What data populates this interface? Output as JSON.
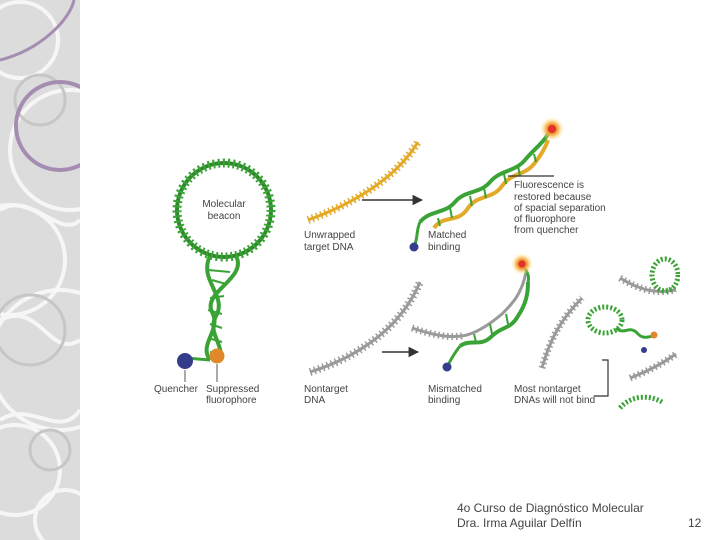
{
  "diagram": {
    "labels": {
      "molecular_beacon_1": "Molecular",
      "molecular_beacon_2": "beacon",
      "quencher": "Quencher",
      "suppressed_1": "Suppressed",
      "suppressed_2": "fluorophore",
      "unwrapped_1": "Unwrapped",
      "unwrapped_2": "target DNA",
      "matched_1": "Matched",
      "matched_2": "binding",
      "fluor_1": "Fluorescence is",
      "fluor_2": "restored because",
      "fluor_3": "of spacial separation",
      "fluor_4": "of fluorophore",
      "fluor_5": "from quencher",
      "nontarget_1": "Nontarget",
      "nontarget_2": "DNA",
      "mismatched_1": "Mismatched",
      "mismatched_2": "binding",
      "most_1": "Most nontarget",
      "most_2": "DNAs will not bind"
    },
    "colors": {
      "beacon": "#3aa335",
      "target": "#e3a928",
      "nontarget": "#9a9a9a",
      "quencher": "#343c8c",
      "fluorophore": "#e0892a",
      "glow": "#e3302a",
      "arrow": "#333333",
      "sidebar": "#dcdcdc",
      "sidebar_circle": "#a58db2"
    }
  },
  "footer": {
    "line1": "4o Curso de Diagnóstico Molecular",
    "line2": "Dra. Irma Aguilar Delfín",
    "page_number": "12"
  }
}
